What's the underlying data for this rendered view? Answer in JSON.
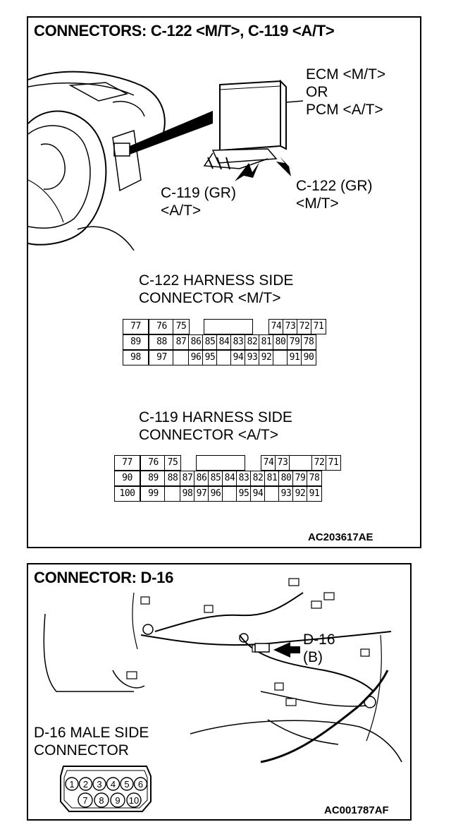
{
  "panel1": {
    "title": "CONNECTORS: C-122 <M/T>, C-119 <A/T>",
    "ecm_label": [
      "ECM <M/T>",
      "OR",
      "PCM <A/T>"
    ],
    "c119_callout": [
      "C-119 (GR)",
      "<A/T>"
    ],
    "c122_callout": [
      "C-122 (GR)",
      "<M/T>"
    ],
    "c122_heading": [
      "C-122 HARNESS SIDE",
      "CONNECTOR <M/T>"
    ],
    "c119_heading": [
      "C-119 HARNESS SIDE",
      "CONNECTOR <A/T>"
    ],
    "code": "AC203617AE",
    "c122_pins": [
      [
        "77",
        "76",
        "75",
        "",
        "74",
        "73",
        "72",
        "71"
      ],
      [
        "89",
        "88",
        "87",
        "86",
        "85",
        "84",
        "83",
        "82",
        "81",
        "80",
        "79",
        "78"
      ],
      [
        "98",
        "97",
        "",
        "96",
        "95",
        "",
        "94",
        "93",
        "92",
        "",
        "91",
        "90"
      ]
    ],
    "c119_pins": [
      [
        "77",
        "76",
        "75",
        "",
        "74",
        "73",
        "",
        "72",
        "71"
      ],
      [
        "90",
        "89",
        "88",
        "87",
        "86",
        "85",
        "84",
        "83",
        "82",
        "81",
        "80",
        "79",
        "78"
      ],
      [
        "100",
        "99",
        "",
        "98",
        "97",
        "96",
        "",
        "95",
        "94",
        "",
        "93",
        "92",
        "91"
      ]
    ]
  },
  "panel2": {
    "title": "CONNECTOR: D-16",
    "d16_callout": [
      "D-16",
      "(B)"
    ],
    "male_heading": [
      "D-16 MALE SIDE",
      "CONNECTOR"
    ],
    "d16_pins": [
      "1",
      "2",
      "3",
      "4",
      "5",
      "6",
      "7",
      "8",
      "9",
      "10"
    ],
    "code": "AC001787AF"
  }
}
